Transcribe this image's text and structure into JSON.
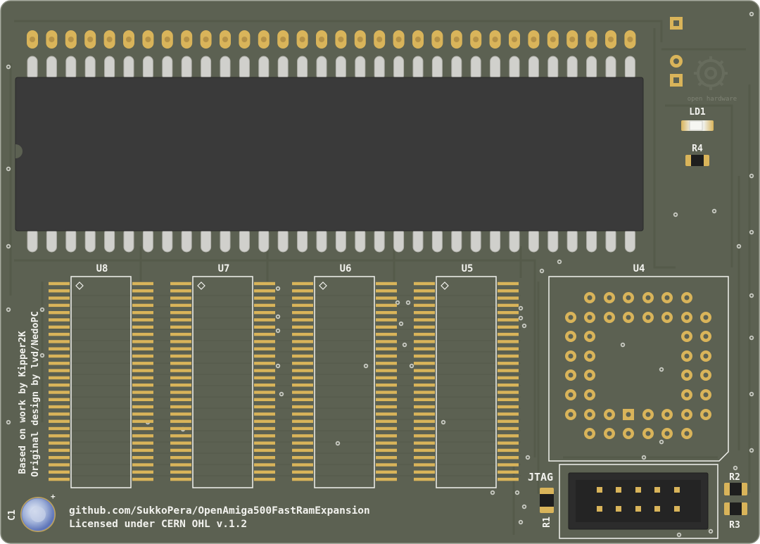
{
  "colors": {
    "pcb": "#5c6152",
    "trace": "#565b4c",
    "silkscreen": "#f2f2ee",
    "copper_pad": "#d9b45a",
    "ic_body": "#3a3a3a",
    "pin": "#d0d0cc"
  },
  "labels": {
    "u8": "U8",
    "u7": "U7",
    "u6": "U6",
    "u5": "U5",
    "u4": "U4",
    "ld1": "LD1",
    "r4": "R4",
    "r2": "R2",
    "r3": "R3",
    "r1": "R1",
    "c1": "C1",
    "jtag": "JTAG",
    "plus": "+"
  },
  "credits": {
    "line1": "Based on work by Kipper2K",
    "line2": "Original design by lvd/NedoPC"
  },
  "footer": {
    "url": "github.com/SukkoPera/OpenAmiga500FastRamExpansion",
    "license": "Licensed under CERN OHL v.1.2"
  },
  "logo": {
    "text": "open hardware",
    "icon": "oshw-gear-icon"
  }
}
